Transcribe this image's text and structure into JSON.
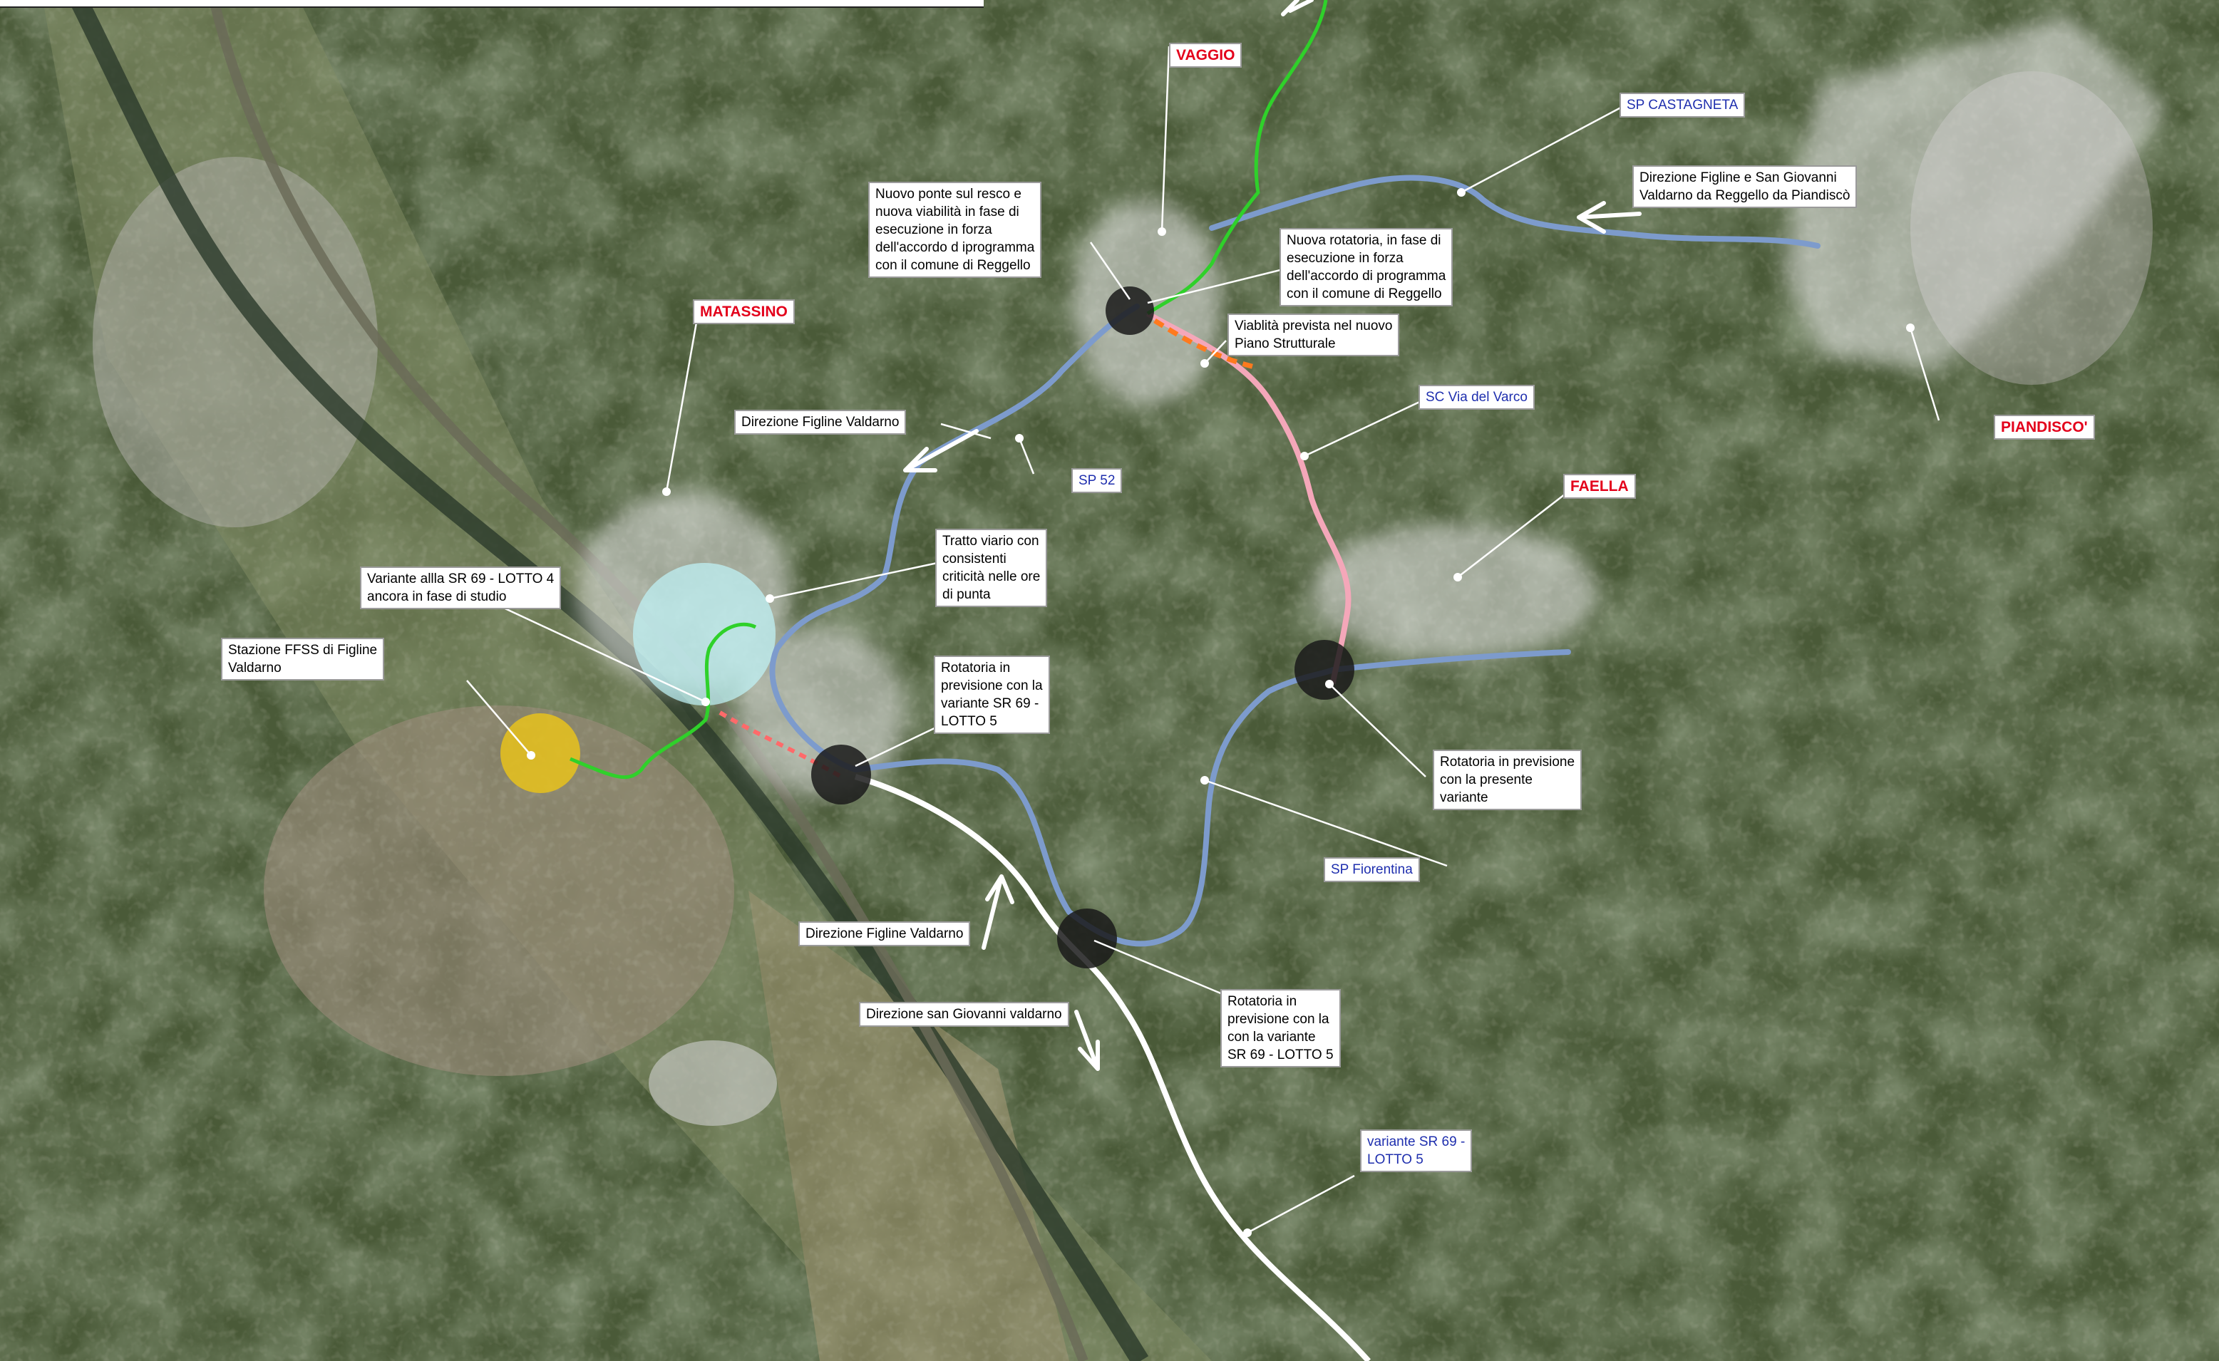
{
  "colors": {
    "sp_road": "#7d9bcc",
    "green_path": "#2fd12a",
    "pink_road": "#f4a7b9",
    "planned_orange": "#ff7a1e",
    "variant_white": "#ffffff",
    "station_yellow": "#e8c21c",
    "study_cyan": "#bff3f7",
    "place_red": "#e3001b",
    "road_blue": "#1f2fae"
  },
  "places": {
    "vaggio": "VAGGIO",
    "matassino": "MATASSINO",
    "faella": "FAELLA",
    "piandisco": "PIANDISCO'"
  },
  "roads": {
    "sp_castagneta": "SP CASTAGNETA",
    "sp52": "SP 52",
    "sc_via_del_varco": "SC Via del Varco",
    "sp_fiorentina": "SP Fiorentina",
    "variante_lotto5": "variante SR 69 -\nLOTTO 5"
  },
  "notes": {
    "nuovo_ponte": "Nuovo ponte sul resco e\nnuova viabilità in fase di\nesecuzione in forza\ndell'accordo d iprogramma\ncon il comune di Reggello",
    "nuova_rotatoria": "Nuova rotatoria, in fase di\nesecuzione in forza\ndell'accordo di programma\ncon il comune di Reggello",
    "viabilita_prevista": "Viablità prevista nel nuovo\nPiano Strutturale",
    "direzione_figline_reggello": "Direzione Figline e San Giovanni\nValdarno da Reggello da Piandiscò",
    "direzione_figline_top": "Direzione Figline Valdarno",
    "tratto_viario": "Tratto viario con\nconsistenti\ncriticità nelle ore\ndi punta",
    "variante_lotto4": "Variante allla SR 69 - LOTTO 4\nancora in fase di studio",
    "stazione": "Stazione FFSS di Figline\nValdarno",
    "rotatoria_lotto5_top": "Rotatoria in\nprevisione con la\nvariante SR 69 -\nLOTTO 5",
    "rotatoria_presente": "Rotatoria in previsione\ncon la presente\nvariante",
    "direzione_figline_bottom": "Direzione Figline Valdarno",
    "direzione_san_giovanni": "Direzione san Giovanni valdarno",
    "rotatoria_lotto5_bottom": "Rotatoria in\nprevisione con la\ncon la variante\nSR 69 - LOTTO 5"
  }
}
